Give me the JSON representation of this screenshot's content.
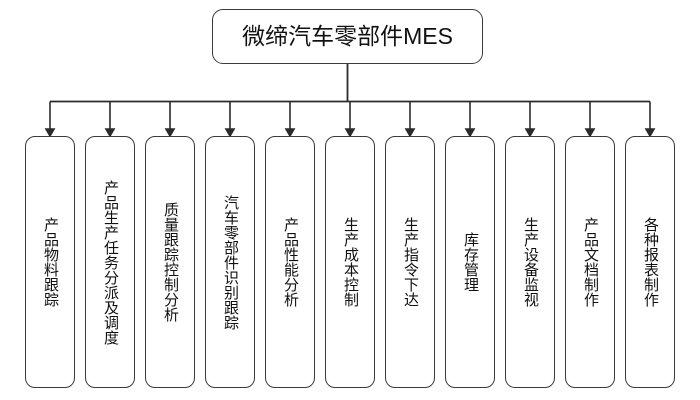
{
  "diagram": {
    "type": "org-tree",
    "root": {
      "label": "微缔汽车零部件MES"
    },
    "leaves": [
      {
        "label": "产品物料跟踪",
        "spacing": "normal"
      },
      {
        "label": "产品生产任务分派及调度",
        "spacing": "normal"
      },
      {
        "label": "质量跟踪控制分析",
        "spacing": "normal"
      },
      {
        "label": "汽车零部件识别跟踪",
        "spacing": "normal"
      },
      {
        "label": "产品性能分析",
        "spacing": "normal"
      },
      {
        "label": "生产成本控制",
        "spacing": "normal"
      },
      {
        "label": "生产指令下达",
        "spacing": "normal"
      },
      {
        "label": "库存管理",
        "spacing": "normal"
      },
      {
        "label": "生产设备监视",
        "spacing": "normal"
      },
      {
        "label": "产品文档制作",
        "spacing": "normal"
      },
      {
        "label": "各种报表制作",
        "spacing": "wide"
      }
    ],
    "colors": {
      "stroke": "#3a3a3a",
      "connector": "#2b2b2b",
      "background": "#ffffff",
      "text": "#111111"
    }
  }
}
